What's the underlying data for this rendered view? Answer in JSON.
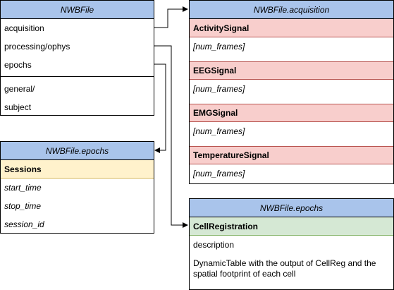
{
  "nwbfile": {
    "title": "NWBFile",
    "rows": [
      "acquisition",
      "processing/ophys",
      "epochs"
    ],
    "rows2": [
      "general/",
      "subject"
    ]
  },
  "epochs": {
    "title": "NWBFile.epochs",
    "header": "Sessions",
    "fields": [
      "start_time",
      "stop_time",
      "session_id"
    ]
  },
  "acquisition": {
    "title": "NWBFile.acquisition",
    "signals": [
      {
        "name": "ActivitySignal",
        "field": "[num_frames]"
      },
      {
        "name": "EEGSignal",
        "field": "[num_frames]"
      },
      {
        "name": "EMGSignal",
        "field": "[num_frames]"
      },
      {
        "name": "TemperatureSignal",
        "field": "[num_frames]"
      }
    ]
  },
  "ophys": {
    "title": "NWBFile.epochs",
    "header": "CellRegistration",
    "field": "description",
    "description": "DynamicTable with the output of CellReg and the spatial footprint of each cell"
  },
  "colors": {
    "header_blue": "#a9c4eb",
    "signal_red": "#f8cecc",
    "sessions_yellow": "#fff2cc",
    "cellreg_green": "#d5e8d4"
  }
}
